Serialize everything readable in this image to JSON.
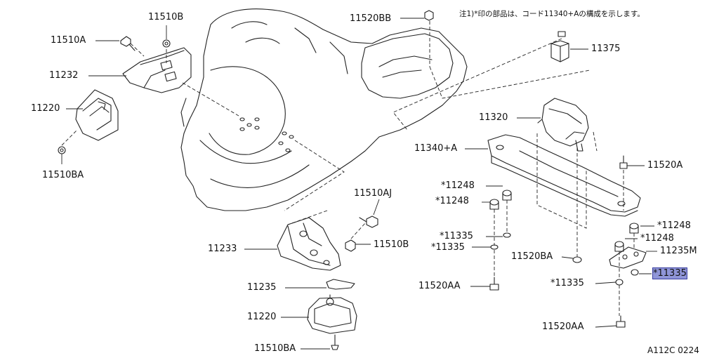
{
  "diagram": {
    "note": "注1)*印の部品は、コード11340+Aの構成を示します。",
    "code": "A112C 0224",
    "labels": {
      "l_11520BB": "11520BB",
      "l_11510B_top": "11510B",
      "l_11510A": "11510A",
      "l_11232": "11232",
      "l_11220_top": "11220",
      "l_11510BA_top": "11510BA",
      "l_11375": "11375",
      "l_11320": "11320",
      "l_11340A": "11340+A",
      "l_11520A": "11520A",
      "l_11248_a": "*11248",
      "l_11248_b": "*11248",
      "l_11510AJ": "11510AJ",
      "l_11510B_mid": "11510B",
      "l_11233": "11233",
      "l_11335_a": "*11335",
      "l_11335_b": "*11335",
      "l_11520BA": "11520BA",
      "l_11248_c": "*11248",
      "l_11248_d": "*11248",
      "l_11235M": "11235M",
      "l_11335_hl": "*11335",
      "l_11335_c": "*11335",
      "l_11235": "11235",
      "l_11520AA_left": "11520AA",
      "l_11220_bottom": "11220",
      "l_11510BA_bottom": "11510BA",
      "l_11520AA_right": "11520AA"
    }
  }
}
